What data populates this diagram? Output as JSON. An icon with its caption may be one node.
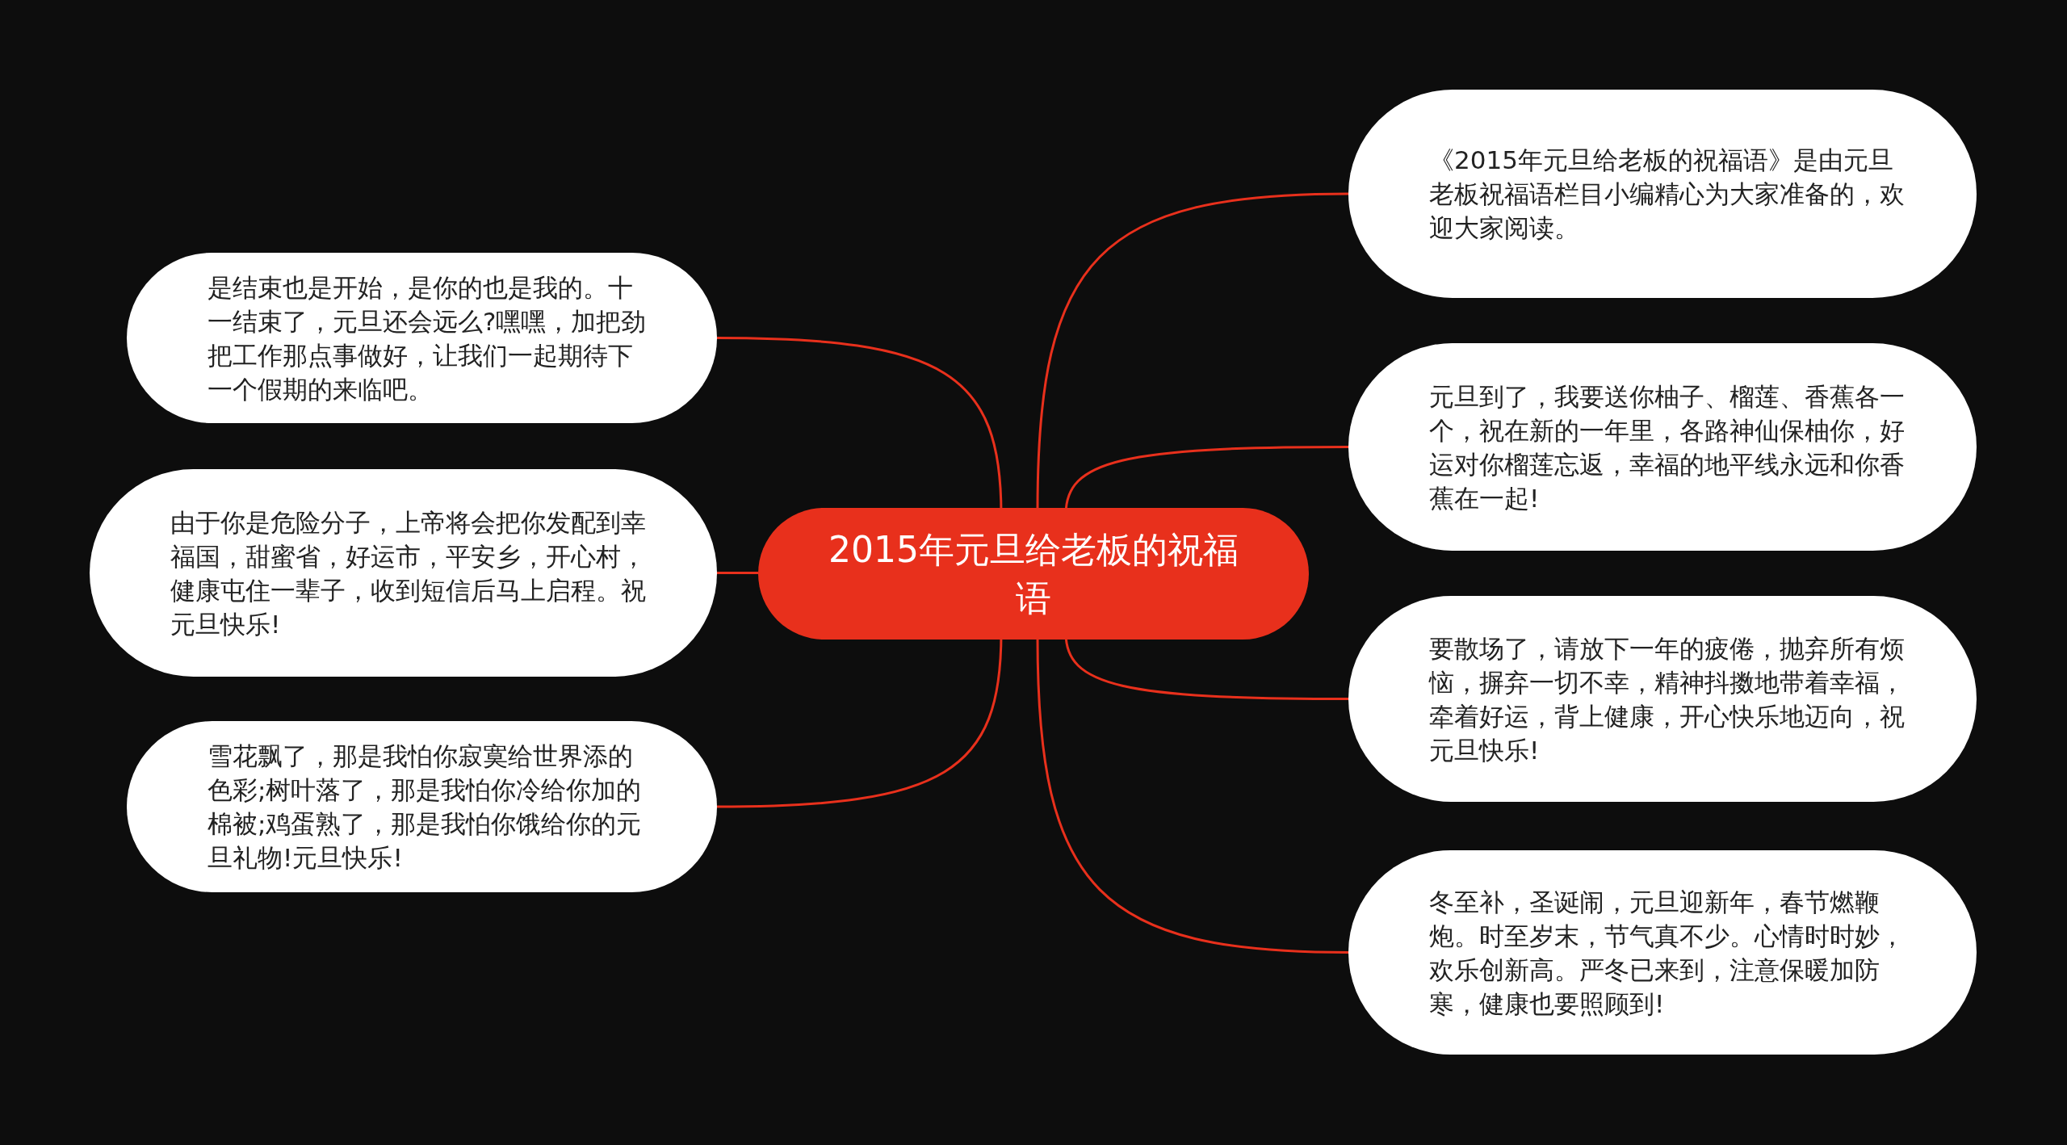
{
  "diagram": {
    "nodes": [
      {
        "text": [
          "2015年元旦给老板的祝福语"
        ]
      },
      {
        "text": [
          "《2015年元旦给老板的祝福语》是由元旦老板祝福语栏目小编精心为大家准备的，欢迎大家阅读。"
        ]
      },
      {
        "text": [
          "元旦到了，我要送你柚子、榴莲、香蕉各一个，祝在新的一年里，各路神仙保柚你，好运对你榴莲忘返，幸福的地平线永远和你香蕉在一起!"
        ]
      },
      {
        "text": [
          "要散场了，请放下一年的疲倦，抛弃所有烦恼，摒弃一切不幸，精神抖擞地带着幸福，牵着好运，背上健康，开心快乐地迈向，祝元旦快乐!"
        ]
      },
      {
        "text": [
          "冬至补，圣诞闹，元旦迎新年，春节燃鞭炮。时至岁末，节气真不少。心情时时妙，欢乐创新高。严冬已来到，注意保暖加防寒，健康也要照顾到!"
        ]
      },
      {
        "text": [
          "是结束也是开始，是你的也是我的。十一结束了，元旦还会远么?嘿嘿，加把劲把工作那点事做好，让我们一起期待下一个假期的来临吧。"
        ]
      },
      {
        "text": [
          "由于你是危险分子，上帝将会把你发配到幸福国，甜蜜省，好运市，平安乡，开心村，健康屯住一辈子，收到短信后马上启程。祝元旦快乐!"
        ]
      },
      {
        "text": [
          "雪花飘了，那是我怕你寂寞给世界添的色彩;树叶落了，那是我怕你冷给你加的棉被;鸡蛋熟了，那是我怕你饿给你的元旦礼物!元旦快乐!"
        ]
      }
    ],
    "edges": [
      {
        "from": 0,
        "to": 1,
        "arrow": "none"
      },
      {
        "from": 0,
        "to": 2,
        "arrow": "none"
      },
      {
        "from": 0,
        "to": 3,
        "arrow": "none"
      },
      {
        "from": 0,
        "to": 4,
        "arrow": "none"
      },
      {
        "from": 0,
        "to": 5,
        "arrow": "none"
      },
      {
        "from": 0,
        "to": 6,
        "arrow": "none"
      },
      {
        "from": 0,
        "to": 7,
        "arrow": "none"
      }
    ]
  }
}
